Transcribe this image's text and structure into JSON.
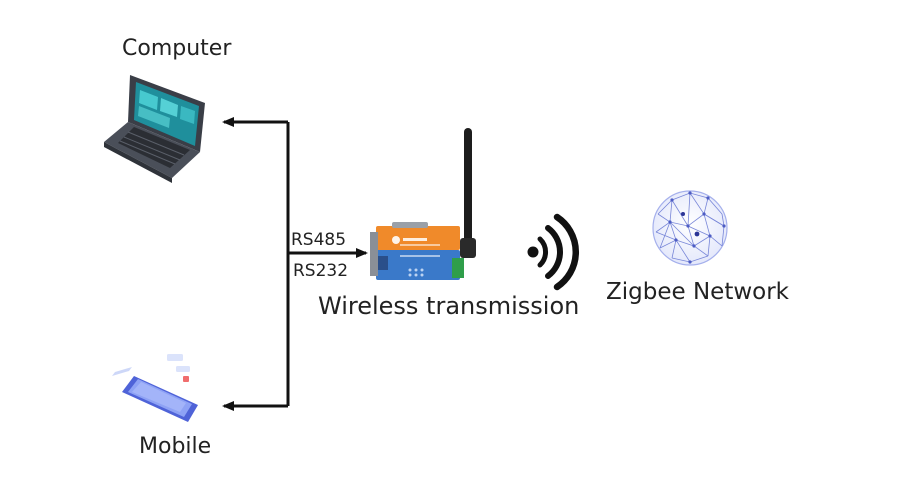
{
  "nodes": {
    "computer": {
      "label": "Computer"
    },
    "mobile": {
      "label": "Mobile"
    },
    "gateway": {
      "label": "Wireless transmission"
    },
    "network": {
      "label": "Zigbee Network"
    }
  },
  "links": {
    "rs485": "RS485",
    "rs232": "RS232"
  },
  "colors": {
    "line": "#111111",
    "laptop_body": "#4a4f59",
    "laptop_screen": "#1f8f9c",
    "device_orange": "#f08a2a",
    "device_blue": "#3a79c9",
    "phone_blue": "#6f87ee",
    "globe": "#5b6ccf"
  },
  "icons": {
    "computer": "laptop-icon",
    "mobile": "phone-icon",
    "gateway": "wireless-converter-icon",
    "signal": "signal-waves-icon",
    "network": "globe-network-icon"
  }
}
